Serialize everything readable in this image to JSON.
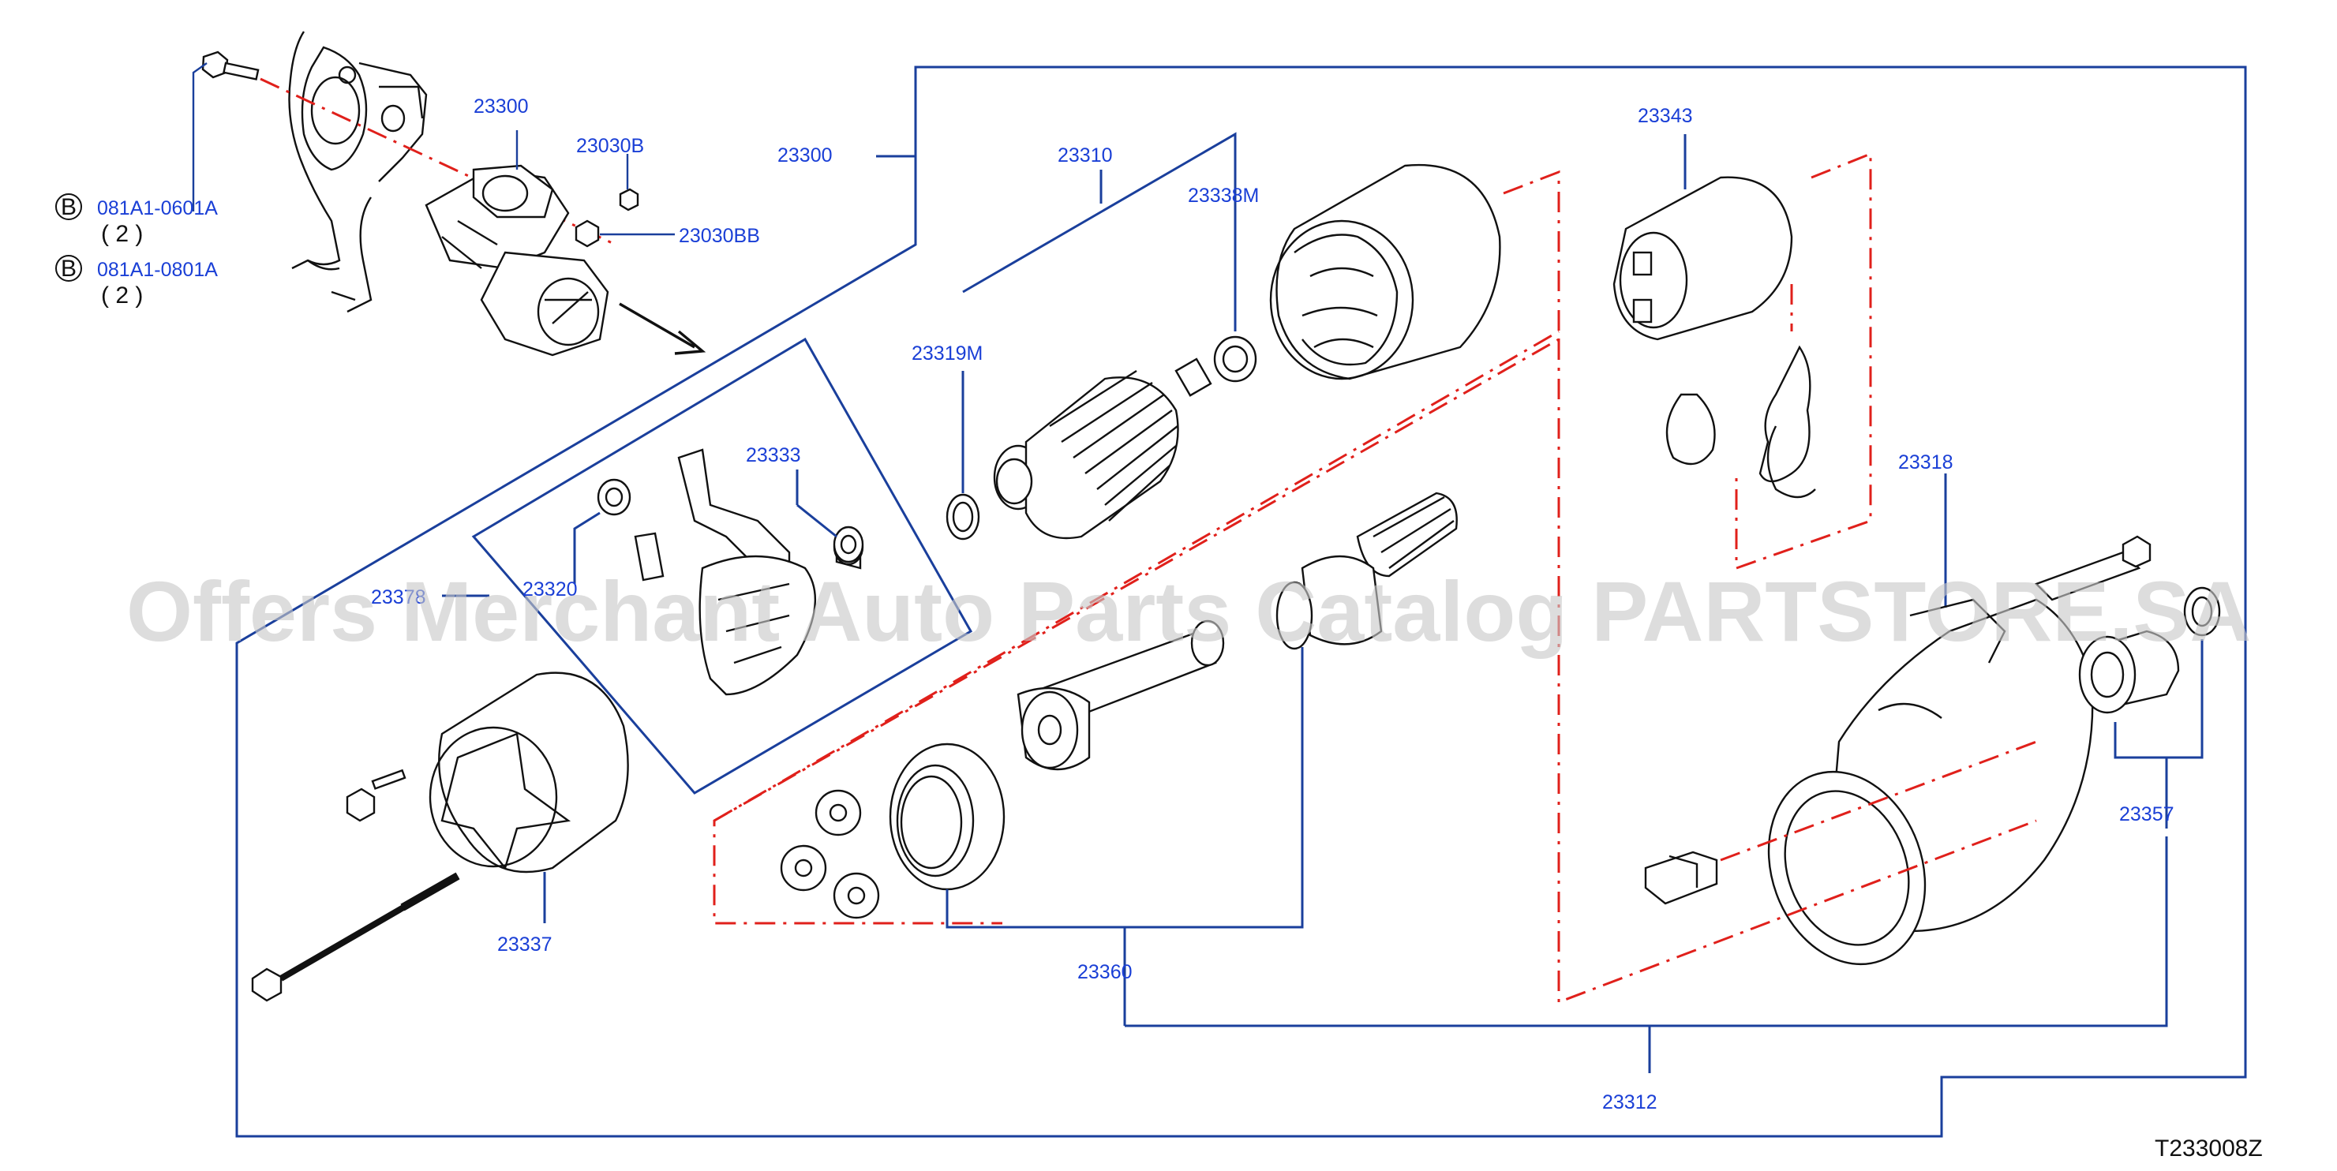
{
  "watermark": "Offers Merchant Auto Parts Catalog PARTSTORE.SA",
  "diagram_code": "T233008Z",
  "bolts": [
    {
      "badge": "B",
      "part": "081A1-0601A",
      "qty": "( 2 )"
    },
    {
      "badge": "B",
      "part": "081A1-0801A",
      "qty": "( 2 )"
    }
  ],
  "labels": {
    "assembly_small": "23300",
    "assembly_main": "23300",
    "nut_23030B": "23030B",
    "nut_23030BB": "23030BB",
    "armature": "23310",
    "bearing_23338M": "23338M",
    "bearing_23319M": "23319M",
    "brush_spring": "23333",
    "brush_holder": "23378",
    "brush": "23320",
    "solenoid": "23343",
    "housing": "23318",
    "pinion_clutch": "23357",
    "rear_cover": "23337",
    "gear_set": "23360",
    "drive_shaft": "23312"
  }
}
